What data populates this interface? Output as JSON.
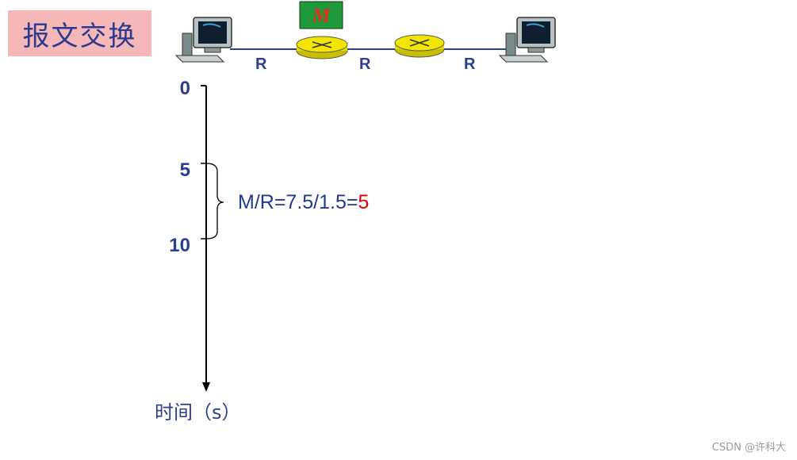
{
  "title": "报文交换",
  "link_labels": [
    "R",
    "R",
    "R"
  ],
  "packet_label": "M",
  "ticks": [
    "0",
    "5",
    "10"
  ],
  "formula": {
    "text": "M/R=7.5/1.5=",
    "result": "5"
  },
  "axis_label": "时间（s）",
  "watermark": "CSDN @许科大",
  "colors": {
    "title_bg": "#f5b7b7",
    "text_blue": "#2a3f8f",
    "result_red": "#e00000",
    "router_yellow": "#f2e600",
    "packet_green": "#1f9a3a"
  },
  "icons": [
    "computer-icon",
    "router-icon",
    "router-icon",
    "computer-icon"
  ]
}
